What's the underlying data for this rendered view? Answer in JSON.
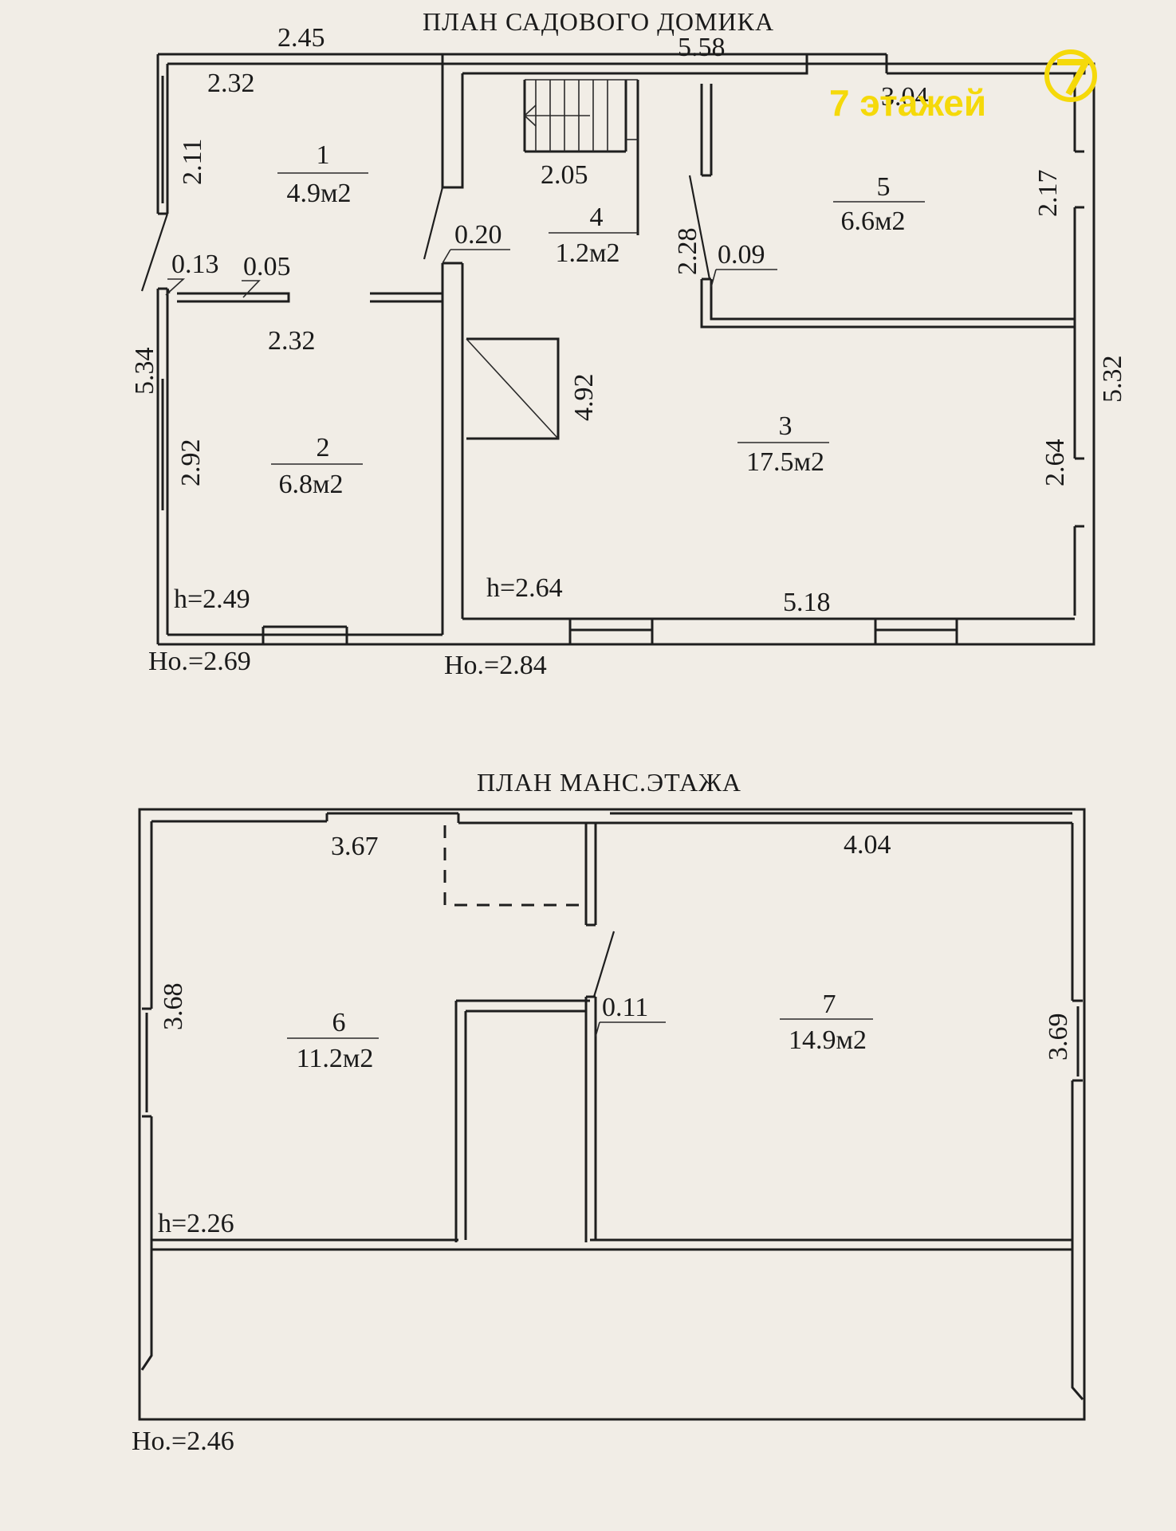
{
  "ground_floor": {
    "title": "ПЛАН САДОВОГО ДОМИКА",
    "rooms": [
      {
        "number": "1",
        "area": "4.9м2"
      },
      {
        "number": "2",
        "area": "6.8м2"
      },
      {
        "number": "3",
        "area": "17.5м2"
      },
      {
        "number": "4",
        "area": "1.2м2"
      },
      {
        "number": "5",
        "area": "6.6м2"
      }
    ],
    "dimensions": [
      "2.45",
      "5.58",
      "2.32",
      "2.11",
      "0.13",
      "0.05",
      "2.32",
      "0.20",
      "2.05",
      "3.04",
      "2.17",
      "2.28",
      "0.09",
      "5.34",
      "2.92",
      "4.92",
      "5.32",
      "2.64",
      "5.18"
    ],
    "heights": [
      "h=2.49",
      "h=2.64"
    ],
    "outer_heights": [
      "Ho.=2.69",
      "Ho.=2.84"
    ]
  },
  "attic_floor": {
    "title": "ПЛАН МАНС.ЭТАЖА",
    "rooms": [
      {
        "number": "6",
        "area": "11.2м2"
      },
      {
        "number": "7",
        "area": "14.9м2"
      }
    ],
    "dimensions": [
      "3.67",
      "4.04",
      "3.68",
      "0.11",
      "3.69"
    ],
    "heights": [
      "h=2.26"
    ],
    "outer_heights": [
      "Ho.=2.46"
    ]
  },
  "watermark": {
    "text": "7 этажей",
    "logo_icon": "seven-logo-icon",
    "color": "#f5d90a"
  }
}
